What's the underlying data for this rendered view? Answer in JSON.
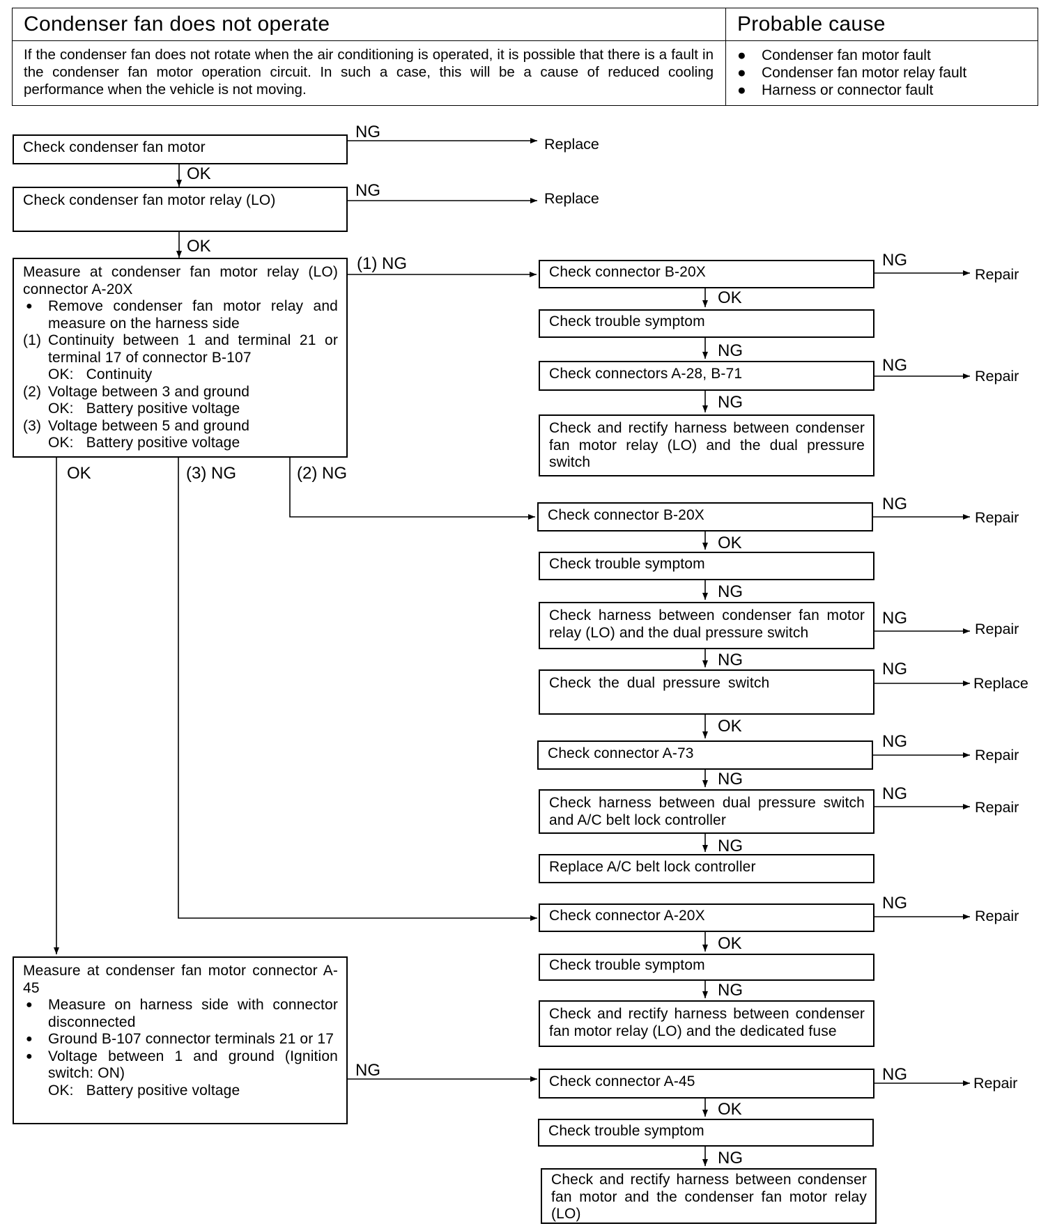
{
  "header": {
    "title": "Condenser fan does not operate",
    "description": "If the condenser fan does not rotate when the air conditioning is operated, it is possible that there is a fault in the condenser fan motor operation circuit. In such a case, this will be a cause of reduced cooling performance when the vehicle is not moving.",
    "cause_title": "Probable cause",
    "causes": [
      "Condenser fan motor fault",
      "Condenser fan motor relay fault",
      "Harness or connector fault"
    ]
  },
  "left": {
    "box1": "Check condenser fan motor",
    "box2": "Check condenser fan motor relay (LO)",
    "box3": {
      "title": "Measure at condenser fan motor relay (LO) connector A-20X",
      "bullet": "Remove condenser fan motor relay and measure on the harness side",
      "items": [
        {
          "num": "(1)",
          "text": "Continuity between 1 and terminal 21 or terminal 17 of connector B-107",
          "ok": "OK:   Continuity"
        },
        {
          "num": "(2)",
          "text": "Voltage between 3 and ground",
          "ok": "OK:   Battery positive voltage"
        },
        {
          "num": "(3)",
          "text": "Voltage between 5 and ground",
          "ok": "OK:   Battery positive voltage"
        }
      ]
    },
    "box4": {
      "title": "Measure at condenser fan motor connector A-45",
      "bullets": [
        "Measure on harness side with connector disconnected",
        "Ground B-107 connector terminals 21 or 17",
        "Voltage between 1 and ground (Ignition switch: ON)"
      ],
      "ok": "OK:   Battery positive voltage"
    }
  },
  "labels": {
    "ng": "NG",
    "ok": "OK",
    "ng1": "(1) NG",
    "ng2": "(2) NG",
    "ng3": "(3) NG",
    "replace": "Replace",
    "repair": "Repair"
  },
  "branch1": {
    "b1": "Check connector B-20X",
    "b2": "Check trouble symptom",
    "b3": "Check connectors A-28, B-71",
    "b4": "Check and rectify harness between condenser fan motor relay (LO) and the dual pressure switch"
  },
  "branch2": {
    "b1": "Check connector B-20X",
    "b2": "Check trouble symptom",
    "b3": "Check harness between condenser fan motor relay (LO) and the dual pressure switch",
    "b4": "Check the dual pressure switch",
    "b5": "Check connector A-73",
    "b6": "Check harness between dual pressure switch and A/C belt lock controller",
    "b7": "Replace A/C belt lock controller"
  },
  "branch3": {
    "b1": "Check connector A-20X",
    "b2": "Check trouble symptom",
    "b3": "Check and rectify harness between condenser fan motor relay (LO) and the dedicated fuse"
  },
  "branch4": {
    "b1": "Check connector A-45",
    "b2": "Check trouble symptom",
    "b3": "Check and rectify harness between condenser fan motor and the condenser fan motor relay (LO)"
  }
}
